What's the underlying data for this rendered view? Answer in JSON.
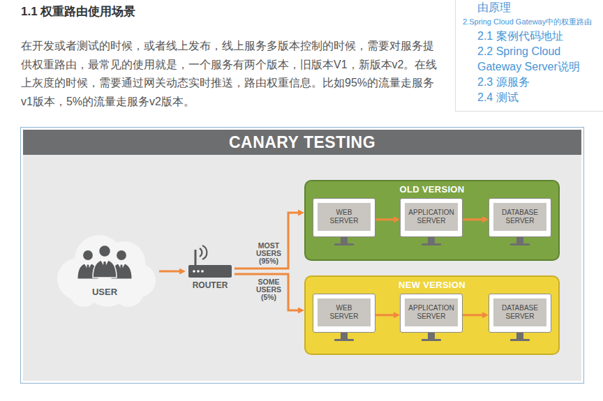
{
  "diagram": {
    "title": "CANARY TESTING",
    "nodes": [
      {
        "text": [
          "由原理",
          "2.Spring Cloud Gateway中的权重路由",
          "2.1 案例代码地址",
          "2.2 Spring Cloud Gateway Server说明",
          "2.3 源服务",
          "2.4 测试"
        ]
      },
      {
        "text": [
          "USER"
        ]
      },
      {
        "text": [
          "ROUTER"
        ]
      },
      {
        "text": [
          "OLD VERSION"
        ]
      },
      {
        "text": [
          "WEB SERVER"
        ],
        "in": 3
      },
      {
        "text": [
          "APPLICATION SERVER"
        ],
        "in": 3
      },
      {
        "text": [
          "DATABASE SERVER"
        ],
        "in": 3
      },
      {
        "text": [
          "NEW VERSION"
        ]
      },
      {
        "text": [
          "WEB SERVER"
        ],
        "in": 7
      },
      {
        "text": [
          "APPLICATION SERVER"
        ],
        "in": 7
      },
      {
        "text": [
          "DATABASE SERVER"
        ],
        "in": 7
      }
    ],
    "edges": [
      {
        "from": 1,
        "to": 2,
        "arrow": "to"
      },
      {
        "from": 2,
        "to": 3,
        "arrow": "to",
        "label": "MOST USERS (95%)"
      },
      {
        "from": 2,
        "to": 7,
        "arrow": "to",
        "label": "SOME USERS (5%)"
      },
      {
        "from": 4,
        "to": 5,
        "arrow": "to"
      },
      {
        "from": 5,
        "to": 6,
        "arrow": "to"
      },
      {
        "from": 8,
        "to": 9,
        "arrow": "to"
      },
      {
        "from": 9,
        "to": 10,
        "arrow": "to"
      }
    ],
    "labels": [
      "1.1 权重路由使用场景",
      "在开发或者测试的时候，或者线上发布，线上服务多版本控制的时候，需要对服务提供权重路由，最常见的使用就是，一个服务有两个版本，旧版本V1，新版本v2。在线上灰度的时候，需要通过网关动态实时推送，路由权重信息。比如95%的流量走服务v1版本，5%的流量走服务v2版本。"
    ]
  }
}
